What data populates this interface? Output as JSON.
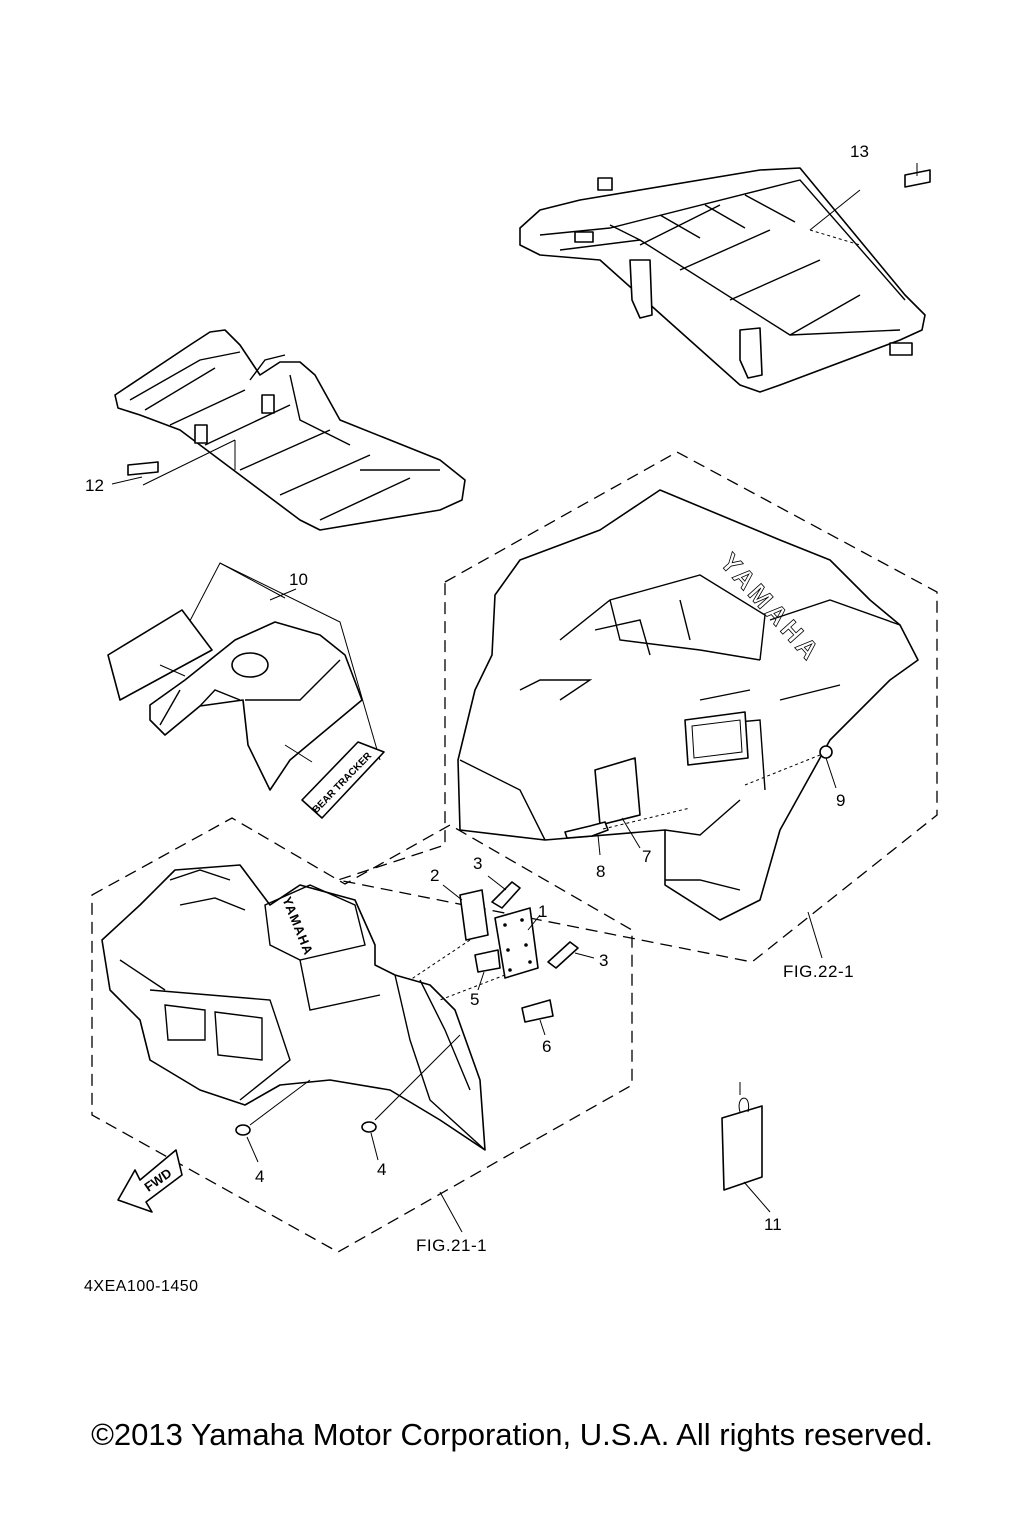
{
  "callouts": {
    "c1": "1",
    "c2": "2",
    "c3a": "3",
    "c3b": "3",
    "c4a": "4",
    "c4b": "4",
    "c5": "5",
    "c6": "6",
    "c7": "7",
    "c8": "8",
    "c9": "9",
    "c10": "10",
    "c11": "11",
    "c12": "12",
    "c13": "13"
  },
  "figure_refs": {
    "fig21": "FIG.21-1",
    "fig22": "FIG.22-1"
  },
  "brand_marks": {
    "rear_fender": "YAMAHA",
    "front_fender": "YAMAHA",
    "decal": "BEAR TRACKER"
  },
  "fwd_label": "FWD",
  "part_code": "4XEA100-1450",
  "copyright": "©2013 Yamaha Motor Corporation, U.S.A. All rights reserved."
}
